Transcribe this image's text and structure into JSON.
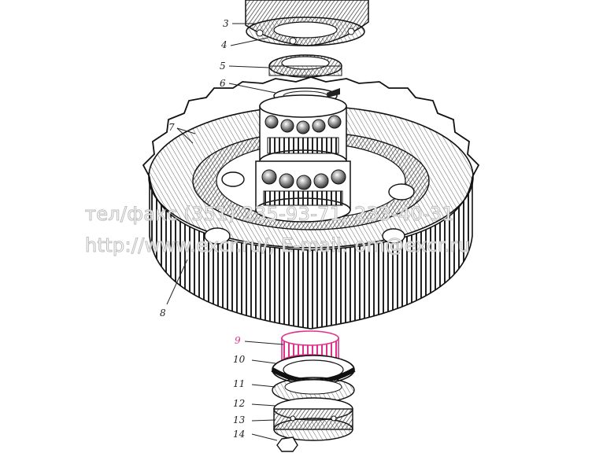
{
  "image": {
    "description_label": "exploded view of gear assembly with bearings (technical drawing)"
  },
  "callouts": [
    {
      "id": "3",
      "text": "3"
    },
    {
      "id": "4",
      "text": "4"
    },
    {
      "id": "5",
      "text": "5"
    },
    {
      "id": "6",
      "text": "6"
    },
    {
      "id": "7",
      "text": "7"
    },
    {
      "id": "8",
      "text": "8"
    },
    {
      "id": "9",
      "text": "9"
    },
    {
      "id": "10",
      "text": "10"
    },
    {
      "id": "11",
      "text": "11"
    },
    {
      "id": "12",
      "text": "12"
    },
    {
      "id": "13",
      "text": "13"
    },
    {
      "id": "14",
      "text": "14"
    }
  ],
  "watermark": {
    "line1": "тел/факс (351) 235-93-71, 233-40-31",
    "line2": "http://www.excr.ru/, E-mail: om@excr.ru"
  },
  "colors": {
    "ink": "#1e1e1e",
    "highlight": "#e0318a"
  }
}
